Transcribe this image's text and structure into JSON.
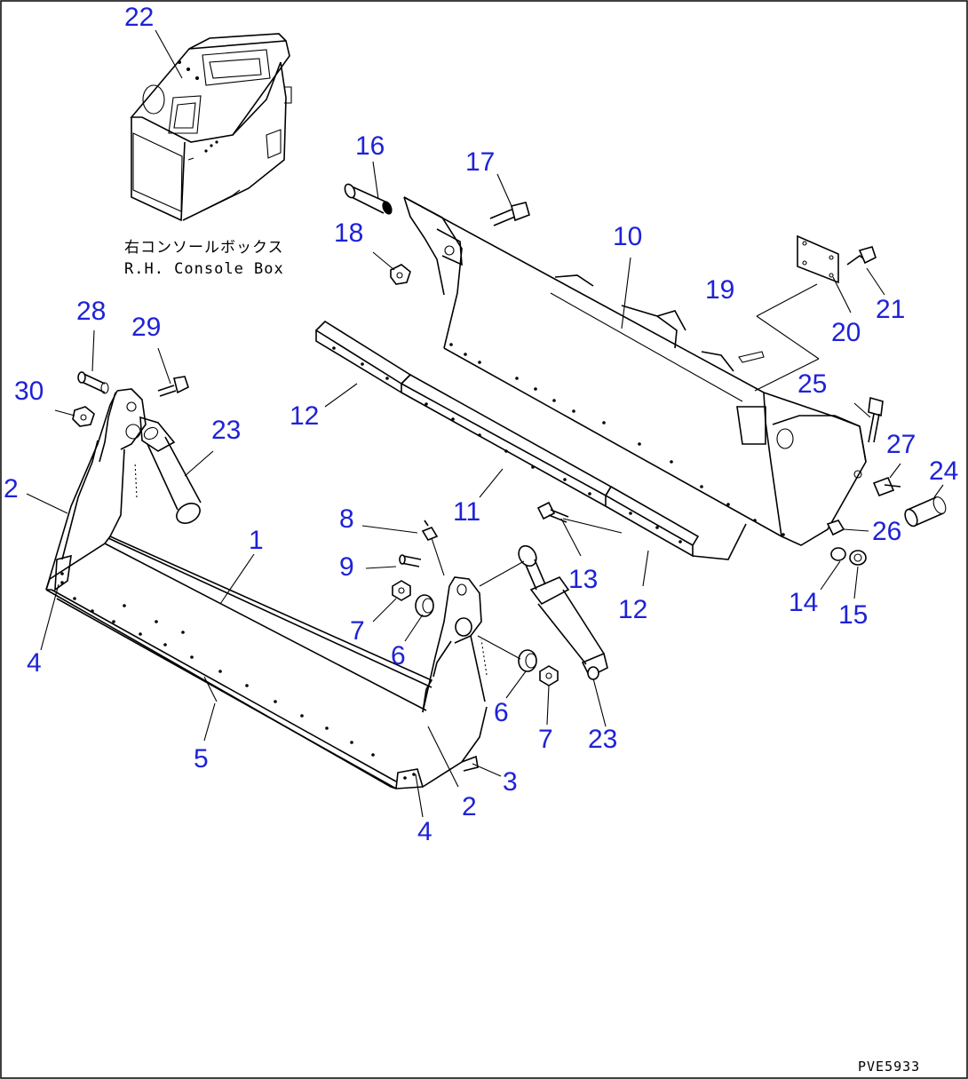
{
  "caption": {
    "line1": "右コンソールボックス",
    "line2": "R.H. Console Box"
  },
  "drawing_code": "PVE5933",
  "callouts": [
    "22",
    "16",
    "17",
    "18",
    "10",
    "19",
    "21",
    "20",
    "28",
    "29",
    "30",
    "23",
    "2",
    "12",
    "25",
    "27",
    "24",
    "1",
    "8",
    "9",
    "11",
    "13",
    "26",
    "14",
    "15",
    "7",
    "6",
    "4",
    "5",
    "3"
  ],
  "callout_labels": {
    "n22": "22",
    "n16": "16",
    "n17": "17",
    "n18": "18",
    "n10": "10",
    "n19": "19",
    "n21": "21",
    "n20": "20",
    "n28": "28",
    "n29": "29",
    "n30": "30",
    "n23a": "23",
    "n23b": "23",
    "n2a": "2",
    "n2b": "2",
    "n12a": "12",
    "n12b": "12",
    "n25": "25",
    "n27": "27",
    "n24": "24",
    "n1": "1",
    "n8": "8",
    "n9": "9",
    "n11": "11",
    "n13": "13",
    "n26": "26",
    "n14": "14",
    "n15": "15",
    "n7a": "7",
    "n7b": "7",
    "n6a": "6",
    "n6b": "6",
    "n4a": "4",
    "n4b": "4",
    "n5": "5",
    "n3": "3"
  }
}
